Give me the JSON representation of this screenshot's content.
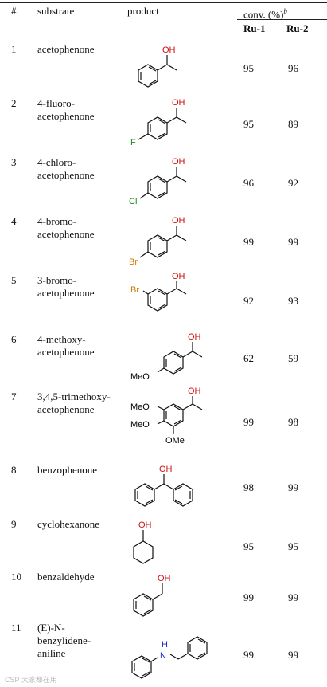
{
  "header": {
    "idx": "#",
    "substrate": "substrate",
    "product": "product",
    "conv": "conv. (%)",
    "conv_sup": "b",
    "ru1": "Ru-1",
    "ru2": "Ru-2"
  },
  "rows": [
    {
      "id": "1",
      "substrate": "acetophenone",
      "ru1": "95",
      "ru2": "96"
    },
    {
      "id": "2",
      "substrate": "4-fluoro-acetophenone",
      "ru1": "95",
      "ru2": "89"
    },
    {
      "id": "3",
      "substrate": "4-chloro-acetophenone",
      "ru1": "96",
      "ru2": "92"
    },
    {
      "id": "4",
      "substrate": "4-bromo-acetophenone",
      "ru1": "99",
      "ru2": "99"
    },
    {
      "id": "5",
      "substrate": "3-bromo-acetophenone",
      "ru1": "92",
      "ru2": "93"
    },
    {
      "id": "6",
      "substrate": "4-methoxy-acetophenone",
      "ru1": "62",
      "ru2": "59"
    },
    {
      "id": "7",
      "substrate": "3,4,5-trimethoxy-acetophenone",
      "ru1": "99",
      "ru2": "98"
    },
    {
      "id": "8",
      "substrate": "benzophenone",
      "ru1": "98",
      "ru2": "99"
    },
    {
      "id": "9",
      "substrate": "cyclohexanone",
      "ru1": "95",
      "ru2": "95"
    },
    {
      "id": "10",
      "substrate": "benzaldehyde",
      "ru1": "99",
      "ru2": "99"
    },
    {
      "id": "11",
      "substrate": "(E)-N-benzylidene-aniline",
      "ru1": "99",
      "ru2": "99"
    }
  ],
  "atoms": {
    "oh": "OH",
    "f": "F",
    "cl": "Cl",
    "br": "Br",
    "meo": "MeO",
    "ome": "OMe",
    "h": "H",
    "n": "N"
  },
  "colors": {
    "oxygen": "#d01010",
    "fluorine": "#1a8a1a",
    "chlorine": "#1a8a1a",
    "bromine": "#c77a00",
    "nitrogen": "#1a2fbf"
  },
  "watermark": "CSP 大家都在用"
}
